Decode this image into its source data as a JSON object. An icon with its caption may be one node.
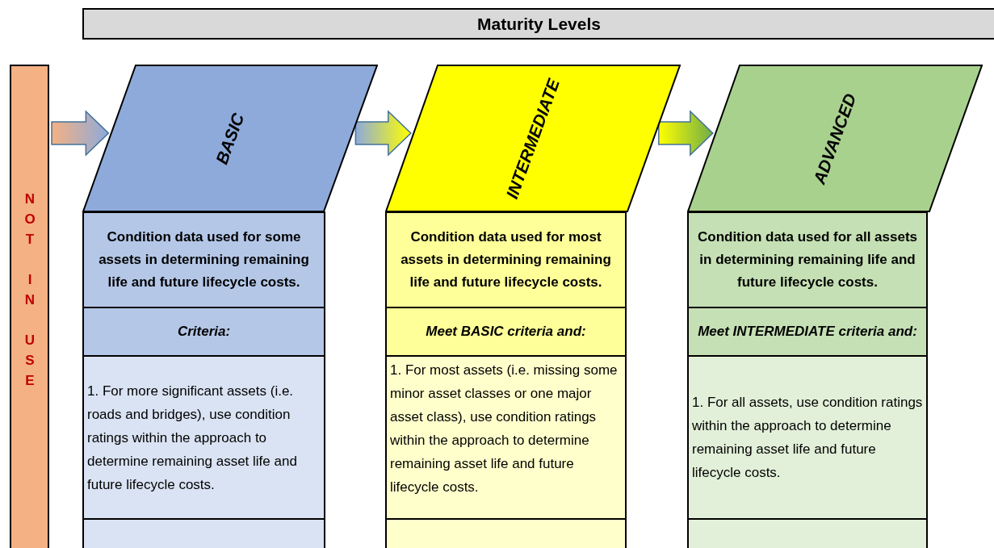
{
  "diagram": {
    "nodes": [
      {
        "text": [
          "Maturity Levels"
        ]
      },
      {
        "text": [
          "NOT IN USE"
        ]
      },
      {
        "text": [
          "BASIC"
        ]
      },
      {
        "text": [
          "INTERMEDIATE"
        ]
      },
      {
        "text": [
          "ADVANCED"
        ]
      },
      {
        "text": [
          "Condition data used for some assets in determining remaining life and future lifecycle costs."
        ]
      },
      {
        "text": [
          "Criteria:"
        ]
      },
      {
        "text": [
          "1.  For more significant assets (i.e. roads and bridges), use condition ratings within the approach to determine remaining asset life and future lifecycle costs."
        ]
      },
      {
        "text": [],
        "shape": "box"
      },
      {
        "text": [
          "Condition data used for most assets in determining remaining life and future lifecycle costs."
        ]
      },
      {
        "text": [
          "Meet BASIC criteria and:"
        ]
      },
      {
        "text": [
          "1. For most assets (i.e. missing some minor asset classes or one major asset class), use condition ratings within the approach to determine remaining asset life and future lifecycle costs."
        ]
      },
      {
        "text": [],
        "shape": "box"
      },
      {
        "text": [
          "Condition data used for all assets in determining remaining life and future lifecycle costs."
        ]
      },
      {
        "text": [
          "Meet INTERMEDIATE criteria and:"
        ]
      },
      {
        "text": [
          "1.  For all assets, use condition ratings within the approach to determine remaining asset life and future lifecycle costs."
        ]
      },
      {
        "text": [],
        "shape": "box"
      }
    ],
    "edges": [
      {
        "from": 1,
        "to": 2,
        "arrow": "to"
      },
      {
        "from": 2,
        "to": 3,
        "arrow": "to"
      },
      {
        "from": 3,
        "to": 4,
        "arrow": "to"
      }
    ]
  }
}
